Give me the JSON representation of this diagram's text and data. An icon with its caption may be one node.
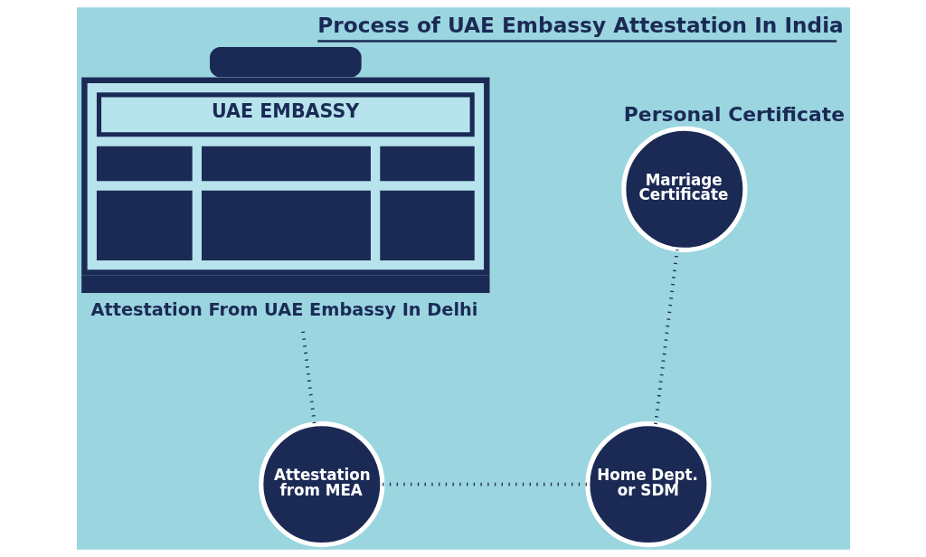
{
  "diagram": {
    "title": "Process of UAE Embassy Attestation In India",
    "nodes": [
      {
        "text": [
          "UAE EMBASSY"
        ],
        "beside": [
          "Attestation From UAE Embassy In Delhi"
        ]
      },
      {
        "text": [
          "Marriage Certificate"
        ],
        "beside": [
          "Personal Certificate"
        ]
      },
      {
        "text": [
          "Attestation from MEA"
        ]
      },
      {
        "text": [
          "Home Dept. or SDM"
        ]
      }
    ],
    "edges": [
      {
        "from": 0,
        "to": 2,
        "arrow": "none",
        "style": "dashed"
      },
      {
        "from": 2,
        "to": 3,
        "arrow": "none",
        "style": "dashed"
      },
      {
        "from": 3,
        "to": 1,
        "arrow": "none",
        "style": "dashed"
      }
    ]
  }
}
